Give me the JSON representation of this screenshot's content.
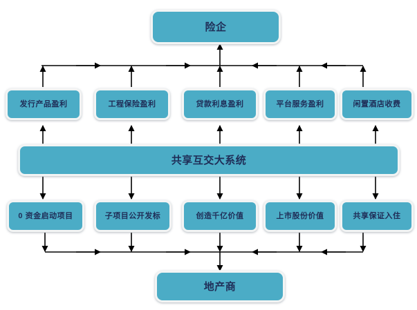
{
  "diagram": {
    "title_top": "险企",
    "title_bottom": "地产商",
    "system": "共享互交大系统",
    "colors": {
      "node_fill": "#4BACC6",
      "node_border": "#F2F4F4",
      "text": "#1F2D57",
      "connector": "#000000",
      "background": "#FFFFFF"
    },
    "top_node": {
      "label": "险企"
    },
    "bottom_node": {
      "label": "地产商"
    },
    "system_node": {
      "label": "共享互交大系统"
    },
    "profit_row": [
      {
        "label": "发行产品盈利"
      },
      {
        "label": "工程保险盈利"
      },
      {
        "label": "贷款利息盈利"
      },
      {
        "label": "平台服务盈利"
      },
      {
        "label": "闲置酒店收费"
      }
    ],
    "value_row": [
      {
        "label": "0 资金启动项目"
      },
      {
        "label": "子项目公开发标"
      },
      {
        "label": "创造千亿价值"
      },
      {
        "label": "上市股份价值"
      },
      {
        "label": "共享保证入住"
      }
    ]
  }
}
